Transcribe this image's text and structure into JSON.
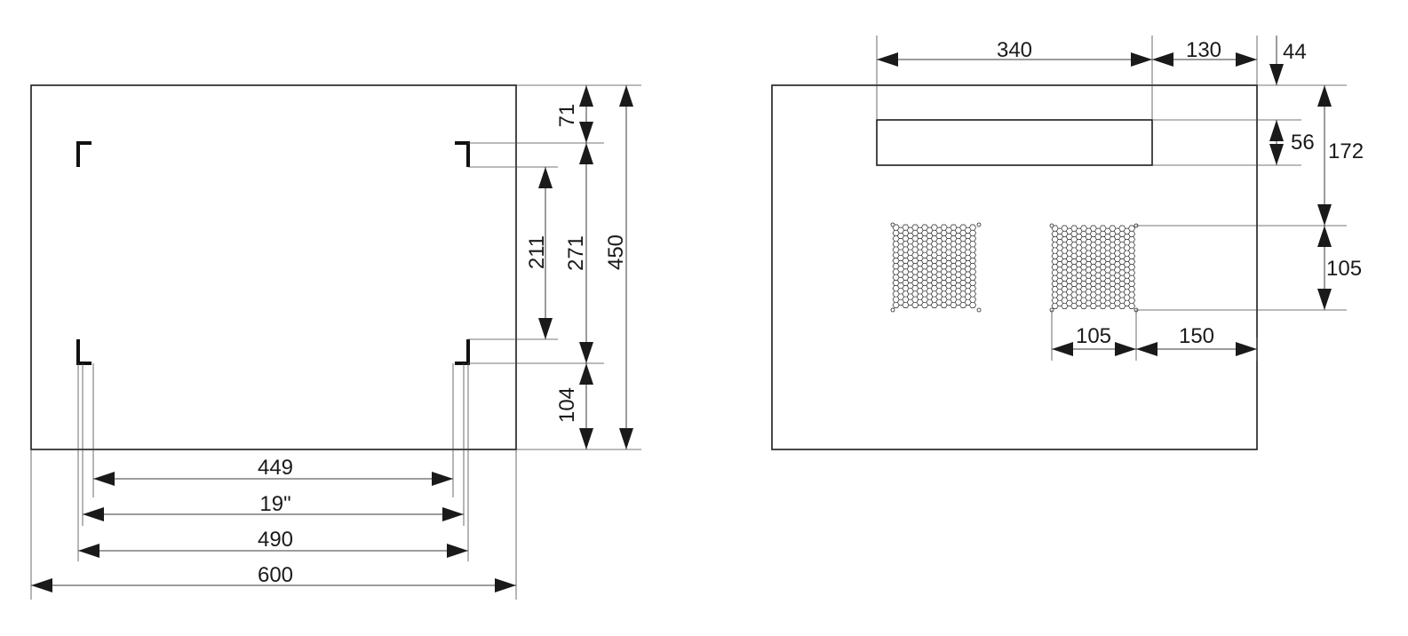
{
  "front_view": {
    "dimensions": {
      "top_offset": "71",
      "rail_spacing": "211",
      "mount_height": "271",
      "total_height": "450",
      "bottom_offset": "104",
      "inner_width": "449",
      "rack_standard": "19\"",
      "rail_width": "490",
      "total_width": "600"
    }
  },
  "top_view": {
    "dimensions": {
      "panel_width": "340",
      "panel_right_gap": "130",
      "panel_top_gap": "44",
      "panel_height": "56",
      "vent_top_offset": "172",
      "vent_height": "105",
      "vent_width": "105",
      "vent_right_gap": "150"
    }
  }
}
